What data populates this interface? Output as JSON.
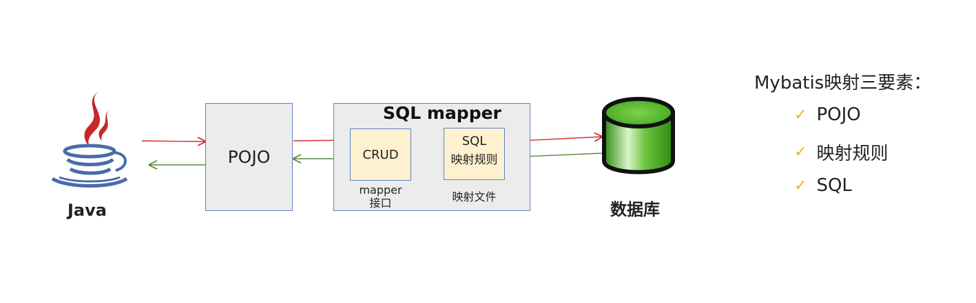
{
  "java": {
    "label": "Java"
  },
  "pojo": {
    "label": "POJO"
  },
  "sql_mapper": {
    "title": "SQL mapper",
    "crud": {
      "label": "CRUD",
      "caption_line1": "mapper",
      "caption_line2": "接口"
    },
    "sql_rule": {
      "line1": "SQL",
      "line2": "映射规则",
      "caption": "映射文件"
    }
  },
  "database": {
    "label": "数据库"
  },
  "legend": {
    "title": "Mybatis映射三要素：",
    "items": [
      "POJO",
      "映射规则",
      "SQL"
    ]
  },
  "colors": {
    "request_arrow": "#d42a2a",
    "response_arrow": "#5a8a3a",
    "box_border": "#5b7fc4",
    "db_green": "#3fa61c",
    "check": "#f0b400"
  }
}
